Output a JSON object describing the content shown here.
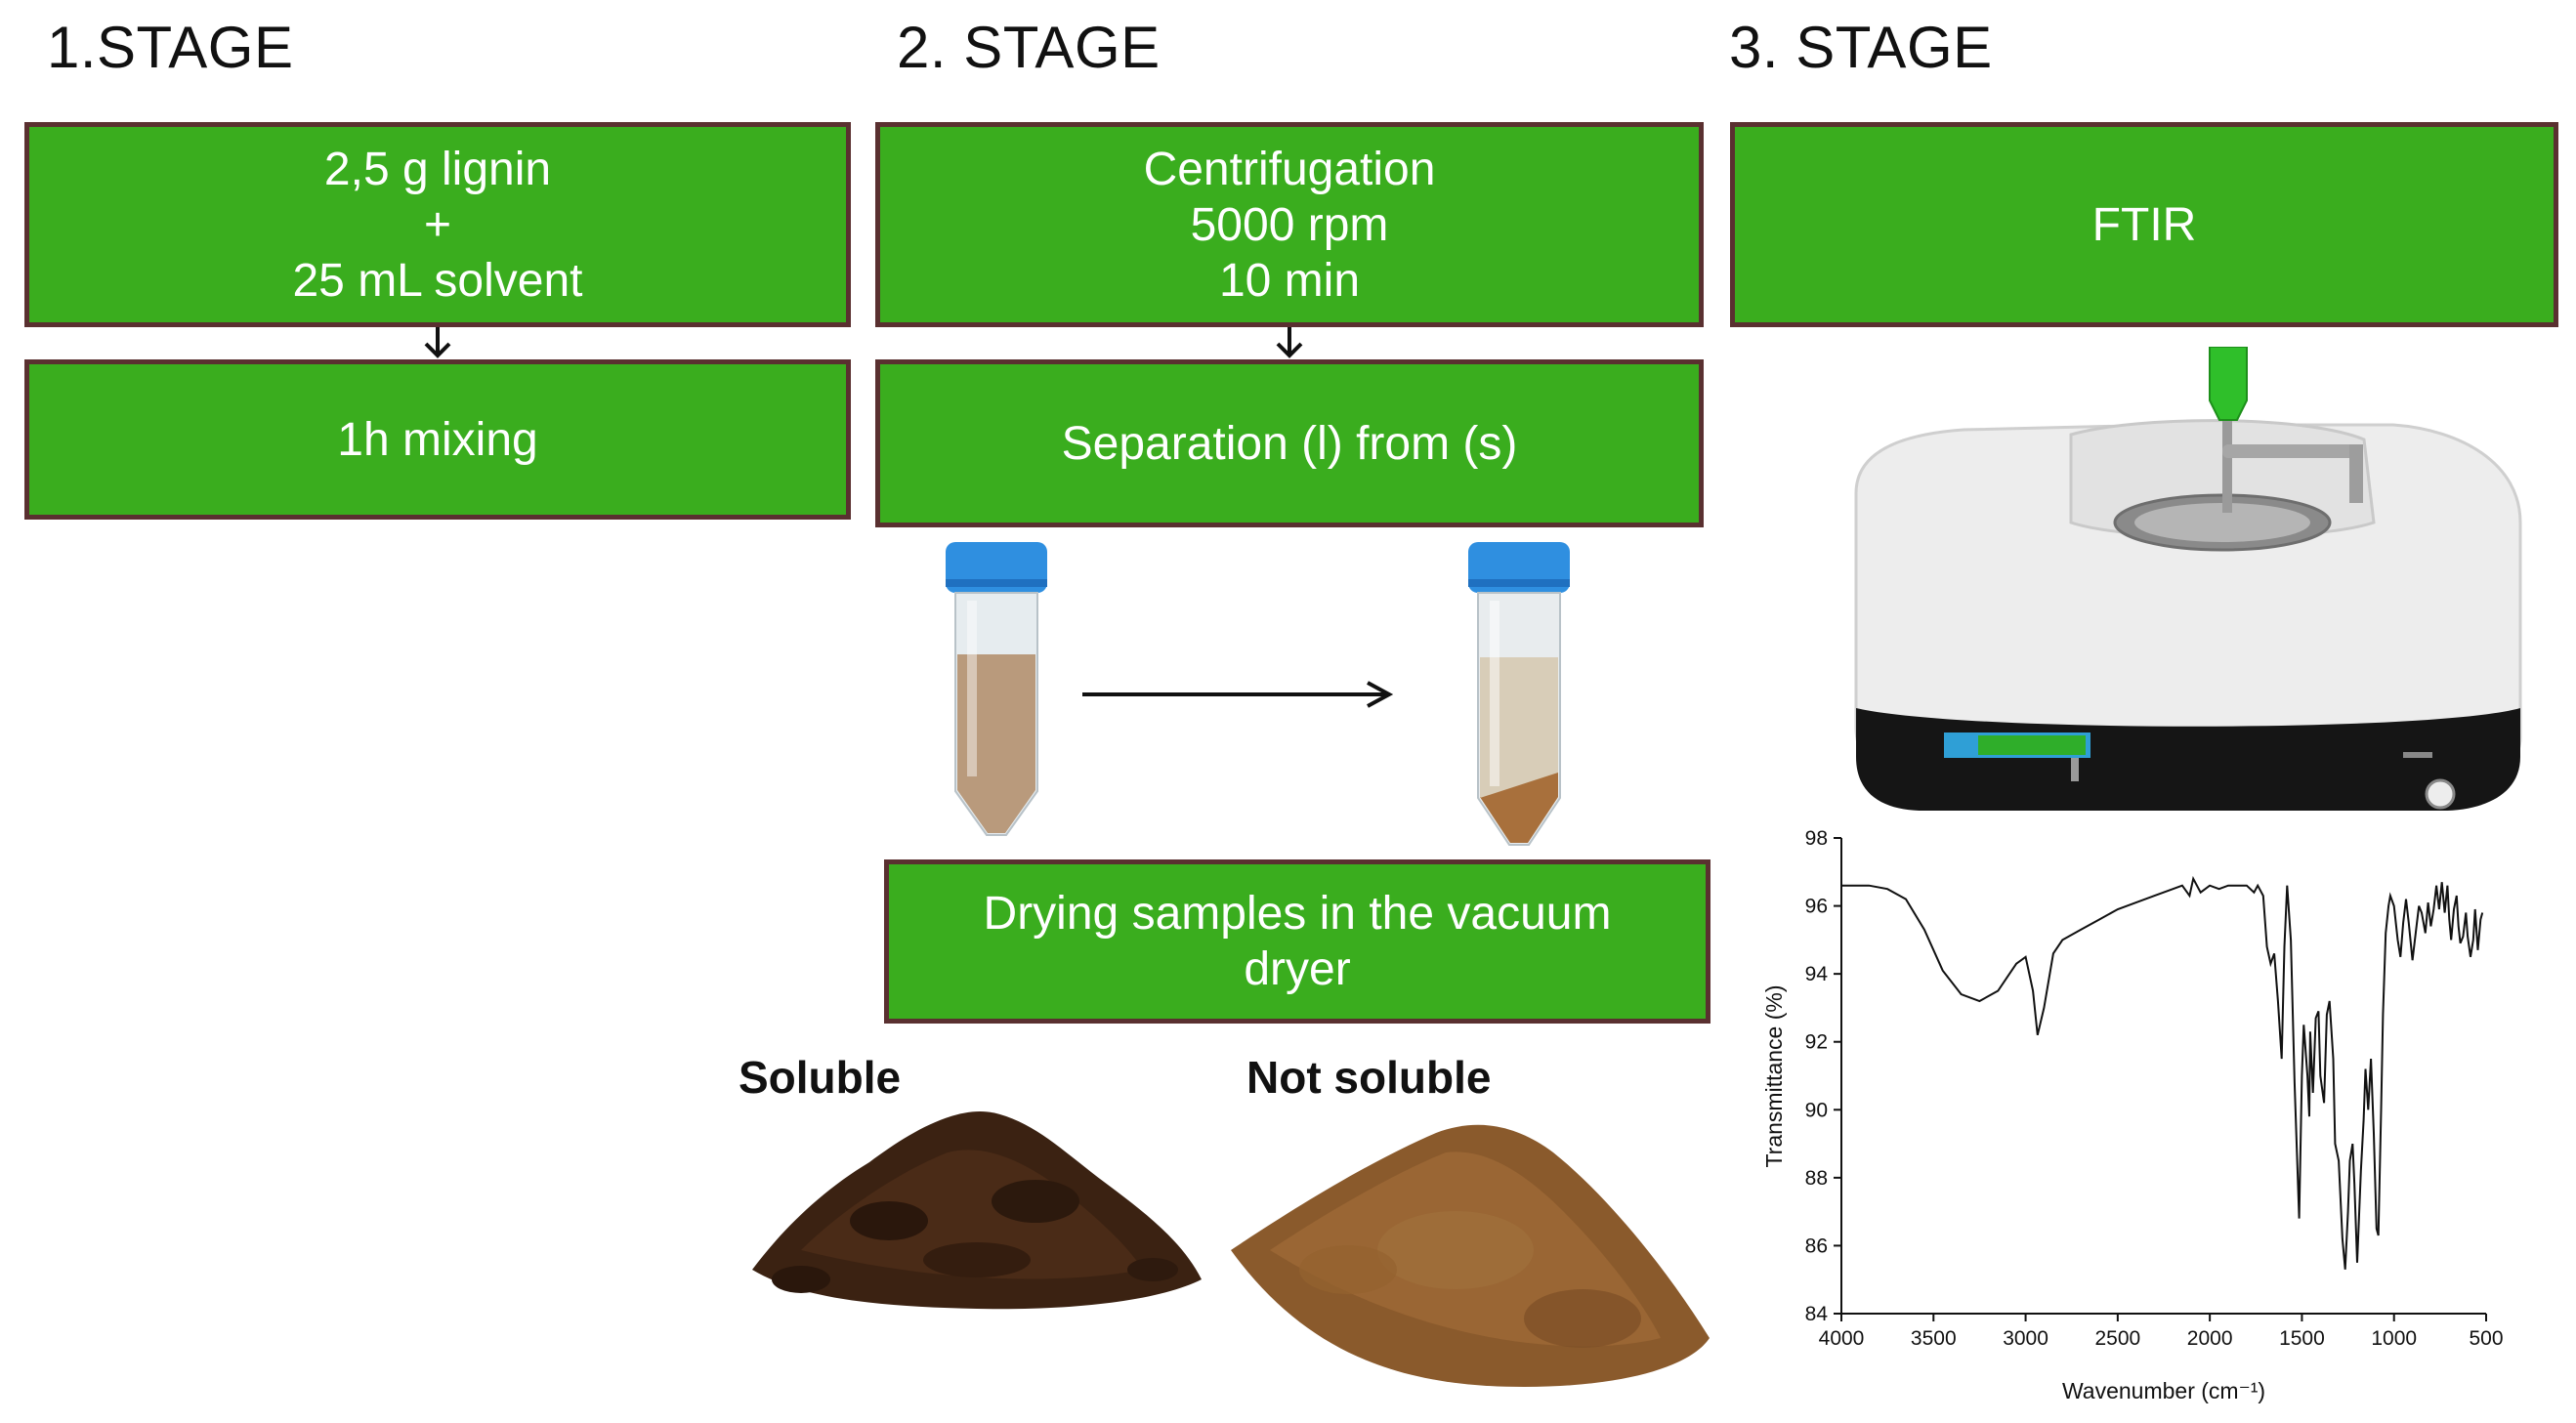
{
  "stages": {
    "stage1": {
      "title": "1.STAGE"
    },
    "stage2": {
      "title": "2. STAGE"
    },
    "stage3": {
      "title": "3. STAGE"
    }
  },
  "boxes": {
    "mix_input": {
      "lines": [
        "2,5 g lignin",
        "+",
        "25 mL solvent"
      ]
    },
    "mixing": {
      "text": "1h mixing"
    },
    "centrifugation": {
      "lines": [
        "Centrifugation",
        "5000 rpm",
        "10 min"
      ]
    },
    "separation": {
      "text": "Separation (l) from (s)"
    },
    "drying": {
      "lines": [
        "Drying samples in the vacuum",
        "dryer"
      ]
    },
    "ftir": {
      "text": "FTIR"
    }
  },
  "captions": {
    "soluble": "Soluble",
    "not_soluble": "Not soluble"
  },
  "colors": {
    "box_fill": "#3aad1e",
    "box_border": "#5a3030",
    "tube_cap": "#2f8fe0",
    "soluble_powder": "#3b2212",
    "insoluble_powder": "#8a5a2c"
  },
  "chart_data": {
    "type": "line",
    "xlabel": "Wavenumber (cm⁻¹)",
    "ylabel": "Transmittance (%)",
    "xlim": [
      4000,
      500
    ],
    "ylim": [
      84,
      98
    ],
    "xticks": [
      4000,
      3500,
      3000,
      2500,
      2000,
      1500,
      1000,
      500
    ],
    "yticks": [
      84,
      86,
      88,
      90,
      92,
      94,
      96,
      98
    ],
    "grid": false,
    "series": [
      {
        "x": [
          4000,
          3850,
          3750,
          3650,
          3550,
          3450,
          3350,
          3250,
          3150,
          3100,
          3050,
          3000,
          2960,
          2935,
          2900,
          2850,
          2800,
          2700,
          2600,
          2500,
          2400,
          2300,
          2200,
          2150,
          2110,
          2090,
          2050,
          2000,
          1950,
          1900,
          1850,
          1800,
          1760,
          1740,
          1710,
          1690,
          1670,
          1650,
          1630,
          1610,
          1595,
          1580,
          1560,
          1540,
          1515,
          1500,
          1490,
          1470,
          1460,
          1455,
          1440,
          1425,
          1410,
          1400,
          1380,
          1365,
          1350,
          1330,
          1320,
          1300,
          1280,
          1265,
          1250,
          1240,
          1225,
          1215,
          1200,
          1180,
          1165,
          1155,
          1140,
          1125,
          1110,
          1095,
          1085,
          1070,
          1060,
          1045,
          1030,
          1020,
          1000,
          980,
          965,
          950,
          935,
          920,
          900,
          880,
          865,
          850,
          830,
          815,
          800,
          785,
          770,
          755,
          740,
          725,
          710,
          700,
          690,
          675,
          660,
          650,
          640,
          625,
          610,
          600,
          585,
          570,
          560,
          545,
          530,
          520
        ],
        "y": [
          96.6,
          96.6,
          96.5,
          96.2,
          95.3,
          94.1,
          93.4,
          93.2,
          93.5,
          93.9,
          94.3,
          94.5,
          93.5,
          92.2,
          93.0,
          94.6,
          95.0,
          95.3,
          95.6,
          95.9,
          96.1,
          96.3,
          96.5,
          96.6,
          96.3,
          96.8,
          96.4,
          96.6,
          96.5,
          96.6,
          96.6,
          96.6,
          96.4,
          96.6,
          96.3,
          94.8,
          94.3,
          94.6,
          93.2,
          91.5,
          94.8,
          96.6,
          95.0,
          90.8,
          86.8,
          91.0,
          92.5,
          91.0,
          89.8,
          92.3,
          90.5,
          92.7,
          92.9,
          91.0,
          90.2,
          92.8,
          93.2,
          91.5,
          89.0,
          88.5,
          86.2,
          85.3,
          87.0,
          88.5,
          89.0,
          87.8,
          85.5,
          88.2,
          89.7,
          91.2,
          90.0,
          91.5,
          89.3,
          86.5,
          86.3,
          90.0,
          92.8,
          95.2,
          96.0,
          96.3,
          96.0,
          95.0,
          94.5,
          95.5,
          96.2,
          95.5,
          94.4,
          95.3,
          96.0,
          95.8,
          95.2,
          96.1,
          95.4,
          95.9,
          96.6,
          95.9,
          96.7,
          95.8,
          96.6,
          95.6,
          95.0,
          95.9,
          96.3,
          95.4,
          94.9,
          95.1,
          95.8,
          95.1,
          94.5,
          95.0,
          95.9,
          94.7,
          95.6,
          95.8
        ]
      }
    ]
  }
}
